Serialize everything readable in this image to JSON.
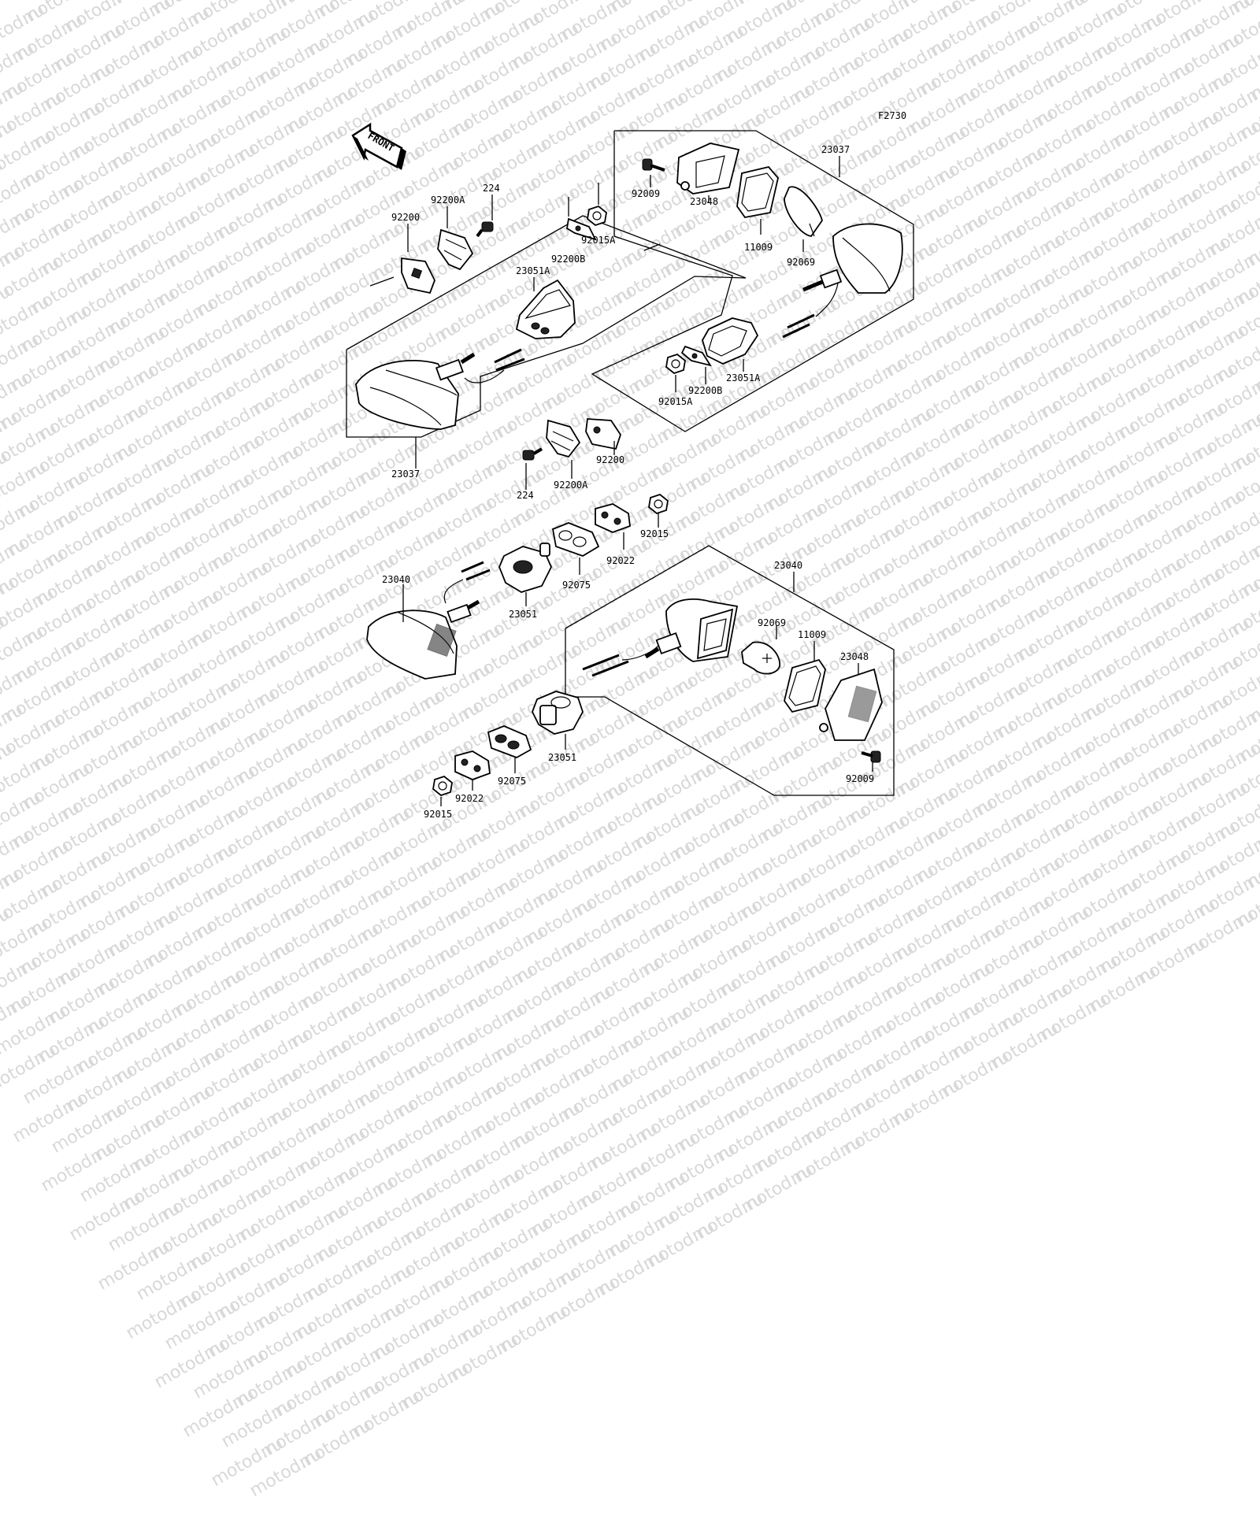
{
  "figure_code": "F2730",
  "front_label": "FRONT",
  "watermark_text": "motod.ru",
  "labels": {
    "p92200_tl": "92200",
    "p92200A_tl": "92200A",
    "p224_tl": "224",
    "p92015A_tl": "92015A",
    "p92200B_tl": "92200B",
    "p23051A_tl": "23051A",
    "p23037_left": "23037",
    "p23037_right": "23037",
    "p92009_tr": "92009",
    "p23048_tr": "23048",
    "p11009_tr": "11009",
    "p92069_tr": "92069",
    "p23051A_r": "23051A",
    "p92200B_r": "92200B",
    "p92015A_r": "92015A",
    "p92200_mid": "92200",
    "p224_mid": "224",
    "p92200A_mid": "92200A",
    "p92015_mid": "92015",
    "p92022_mid": "92022",
    "p92075_mid": "92075",
    "p23051_mid": "23051",
    "p23040_left": "23040",
    "p23040_right": "23040",
    "p92069_br": "92069",
    "p11009_br": "11009",
    "p23048_br": "23048",
    "p92009_br": "92009",
    "p23051_bot": "23051",
    "p92075_bot": "92075",
    "p92022_bot": "92022",
    "p92015_bot": "92015"
  }
}
